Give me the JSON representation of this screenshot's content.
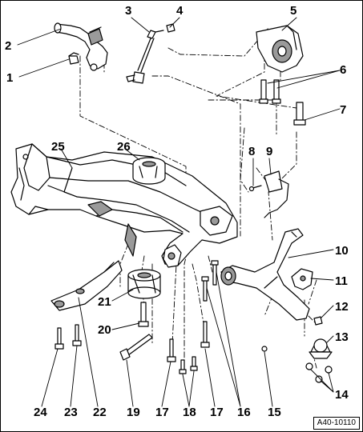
{
  "part_numbers": {
    "n1": "1",
    "n2": "2",
    "n3": "3",
    "n4": "4",
    "n5": "5",
    "n6": "6",
    "n7": "7",
    "n8": "8",
    "n9": "9",
    "n10": "10",
    "n11": "11",
    "n12": "12",
    "n13": "13",
    "n14": "14",
    "n15": "15",
    "n16": "16",
    "n17a": "17",
    "n17b": "17",
    "n18": "18",
    "n19": "19",
    "n20": "20",
    "n21": "21",
    "n22": "22",
    "n23": "23",
    "n24": "24",
    "n25": "25",
    "n26": "26"
  },
  "figure_ref": "A40-10110",
  "colors": {
    "ink": "#000000",
    "paper": "#ffffff",
    "shade": "#9a9a9a"
  }
}
